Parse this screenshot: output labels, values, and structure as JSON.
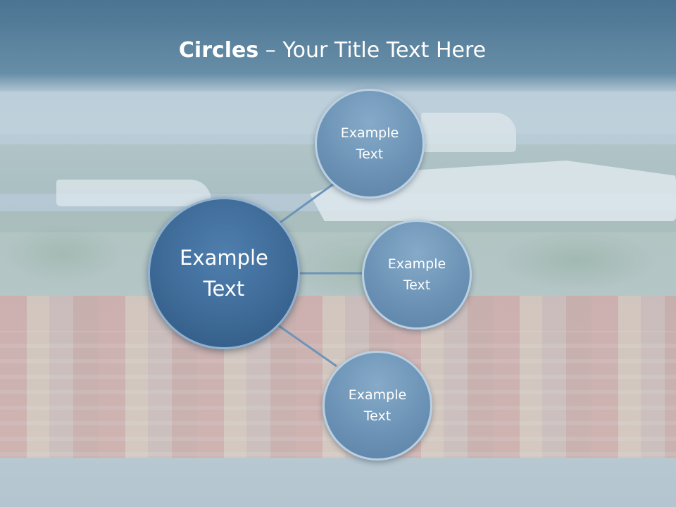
{
  "slide": {
    "title_bold": "Circles",
    "title_rest": " – Your Title Text Here"
  },
  "diagram": {
    "center": {
      "line1": "Example",
      "line2": "Text"
    },
    "satellites": [
      {
        "line1": "Example",
        "line2": "Text"
      },
      {
        "line1": "Example",
        "line2": "Text"
      },
      {
        "line1": "Example",
        "line2": "Text"
      }
    ],
    "colors": {
      "center_fill": "#3e6a97",
      "satellite_fill": "#6c93b6",
      "connector": "#6d95b8",
      "title_band": "#4a7592"
    }
  }
}
